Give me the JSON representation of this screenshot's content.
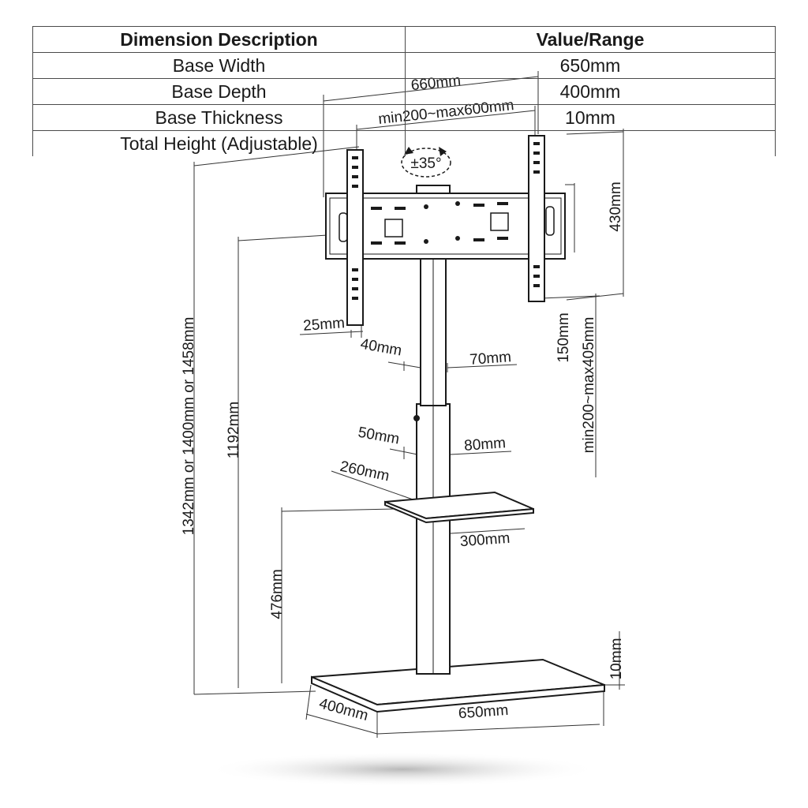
{
  "spec_table": {
    "headers": [
      "Dimension Description",
      "Value/Range"
    ],
    "rows": [
      [
        "Base Width",
        "650mm"
      ],
      [
        "Base Depth",
        "400mm"
      ],
      [
        "Base Thickness",
        "10mm"
      ],
      [
        "Total Height (Adjustable)",
        ""
      ]
    ]
  },
  "labels": {
    "top_width": "660mm",
    "vesa_width": "min200~max600mm",
    "tilt": "±35°",
    "bracket_height": "430mm",
    "bracket_depth": "25mm",
    "upper_pole_depth": "40mm",
    "upper_pole_width": "70mm",
    "bracket_offset": "150mm",
    "vesa_height": "min200~max405mm",
    "total_height": "1342mm or 1400mm or 1458mm",
    "mount_height": "1192mm",
    "lower_pole_depth": "50mm",
    "lower_pole_width": "80mm",
    "shelf_depth": "260mm",
    "shelf_width": "300mm",
    "shelf_height": "476mm",
    "base_thickness": "10mm",
    "base_depth": "400mm",
    "base_width": "650mm"
  }
}
